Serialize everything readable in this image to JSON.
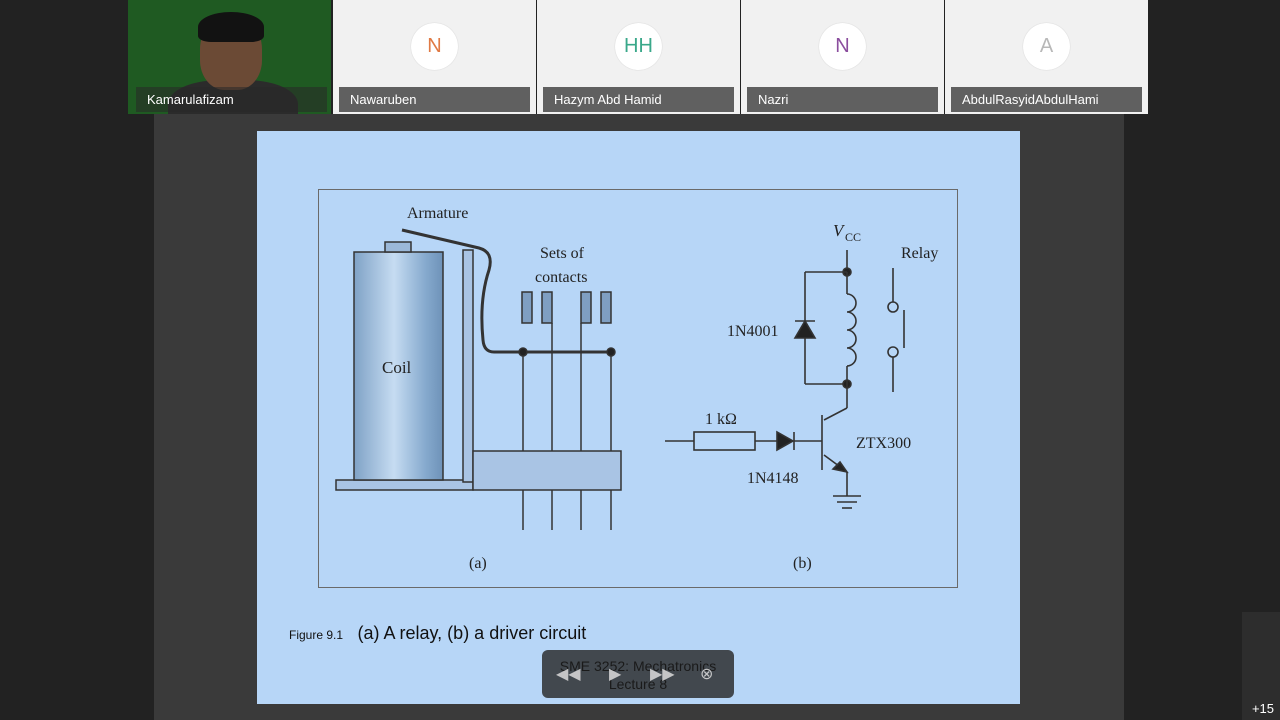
{
  "participants": [
    {
      "name": "Kamarulafizam",
      "initials": "",
      "video": true
    },
    {
      "name": "Nawaruben",
      "initials": "N",
      "color": "#e07a45"
    },
    {
      "name": "Hazym Abd Hamid",
      "initials": "HH",
      "color": "#3aa88a"
    },
    {
      "name": "Nazri",
      "initials": "N",
      "color": "#8b4e9e"
    },
    {
      "name": "AbdulRasyidAbdulHami",
      "initials": "A",
      "color": "#b8b8b8"
    }
  ],
  "more_participants": "+15",
  "slide": {
    "labels": {
      "armature": "Armature",
      "sets_of": "Sets of",
      "contacts": "contacts",
      "coil": "Coil",
      "a": "(a)",
      "b": "(b)",
      "vcc_v": "V",
      "vcc_sub": "CC",
      "relay": "Relay",
      "diode1": "1N4001",
      "resistor": "1 kΩ",
      "transistor": "ZTX300",
      "diode2": "1N4148"
    },
    "caption_number": "Figure 9.1",
    "caption_text": "(a) A relay, (b) a driver circuit"
  },
  "controls": {
    "title_line1": "SME 3252: Mechatronics",
    "title_line2": "Lecture 8",
    "rewind_icon": "rewind-icon",
    "play_icon": "play-icon",
    "forward_icon": "fast-forward-icon",
    "close_icon": "close-icon"
  },
  "colors": {
    "slide_bg": "#b7d6f7",
    "background": "#222222"
  }
}
